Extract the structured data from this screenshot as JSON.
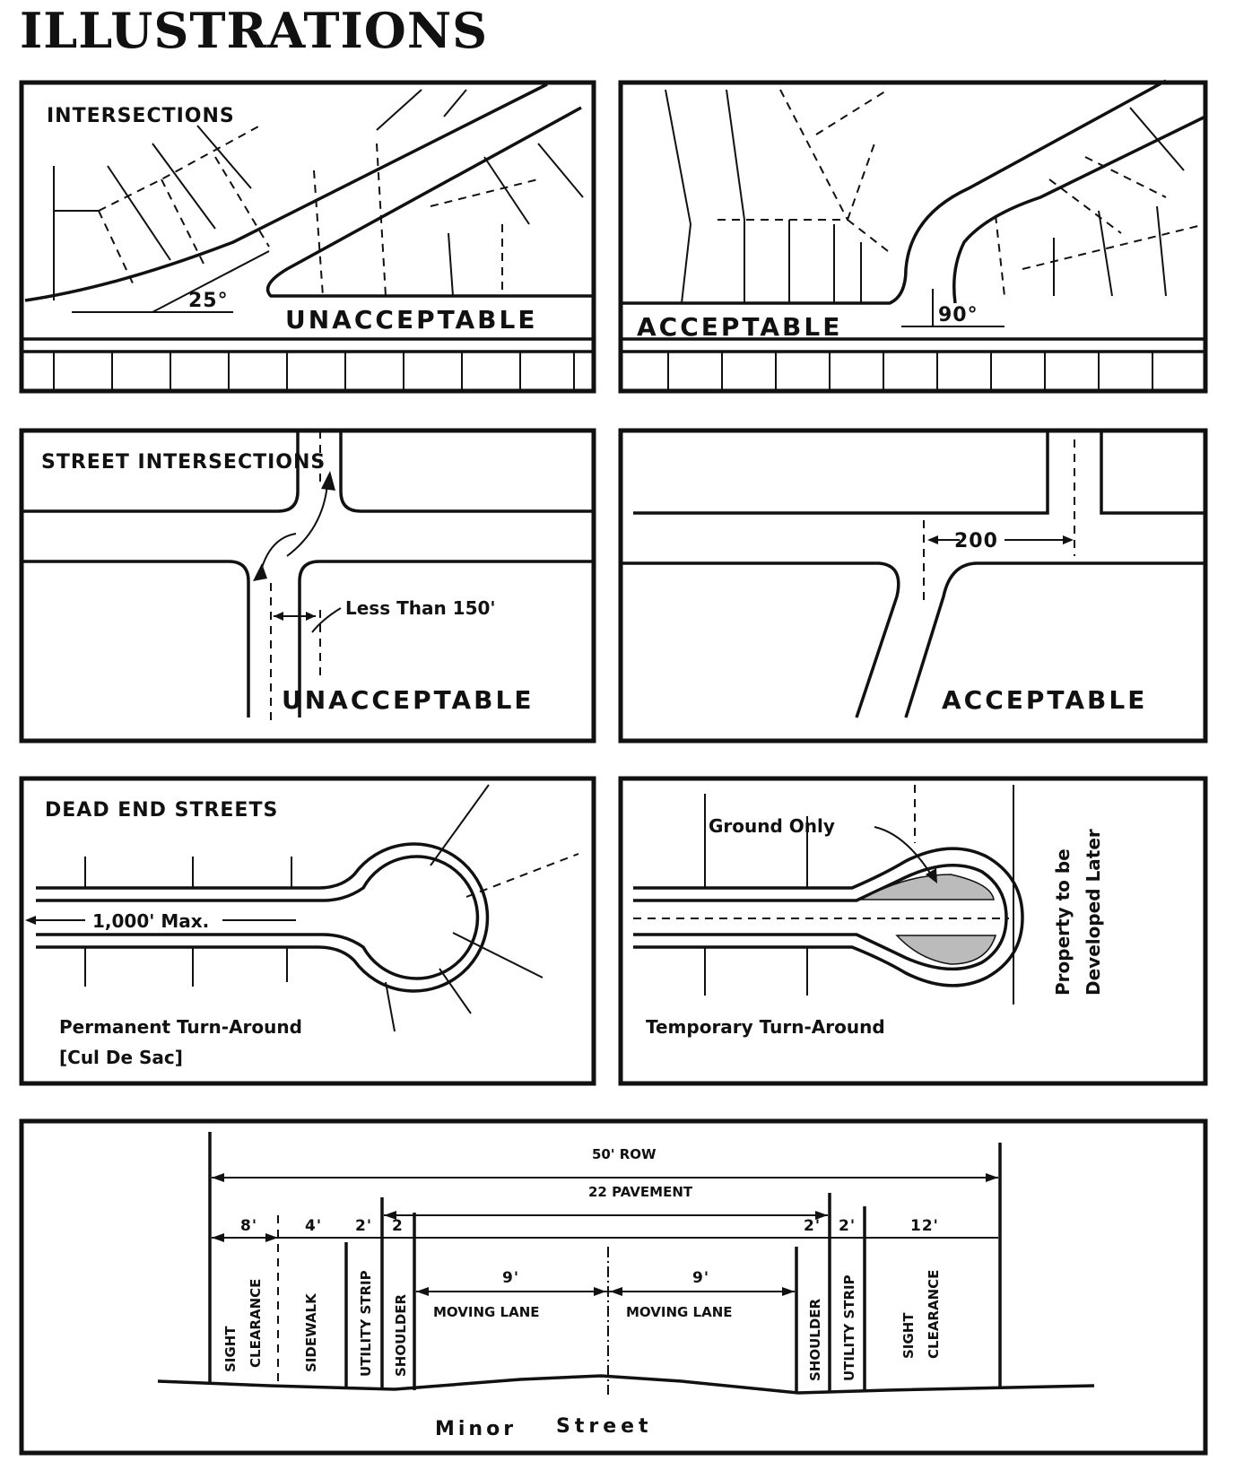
{
  "title": "ILLUSTRATIONS",
  "panels": {
    "intersections_unacceptable": {
      "heading": "INTERSECTIONS",
      "angle": "25°",
      "verdict": "UNACCEPTABLE"
    },
    "intersections_acceptable": {
      "angle": "90°",
      "verdict": "ACCEPTABLE"
    },
    "street_unacceptable": {
      "heading": "STREET INTERSECTIONS",
      "distance": "Less Than 150'",
      "verdict": "UNACCEPTABLE"
    },
    "street_acceptable": {
      "distance": "200",
      "verdict": "ACCEPTABLE"
    },
    "dead_end_permanent": {
      "heading": "DEAD END STREETS",
      "length": "1,000' Max.",
      "caption_line1": "Permanent Turn-Around",
      "caption_line2": "[Cul De Sac]"
    },
    "dead_end_temporary": {
      "ground_label": "Ground Only",
      "caption": "Temporary Turn-Around",
      "side_line1": "Property to be",
      "side_line2": "Developed Later"
    }
  },
  "cross_section": {
    "row": "50' ROW",
    "pavement": "22 PAVEMENT",
    "widths": [
      "8'",
      "4'",
      "2'",
      "2",
      "9'",
      "9'",
      "2'",
      "2'",
      "12'"
    ],
    "zones": [
      "SIGHT",
      "CLEARANCE",
      "SIDEWALK",
      "UTILITY STRIP",
      "SHOULDER",
      "MOVING LANE",
      "MOVING LANE",
      "SHOULDER",
      "UTILITY STRIP",
      "SIGHT",
      "CLEARANCE"
    ],
    "street_word1": "Minor",
    "street_word2": "Street"
  }
}
